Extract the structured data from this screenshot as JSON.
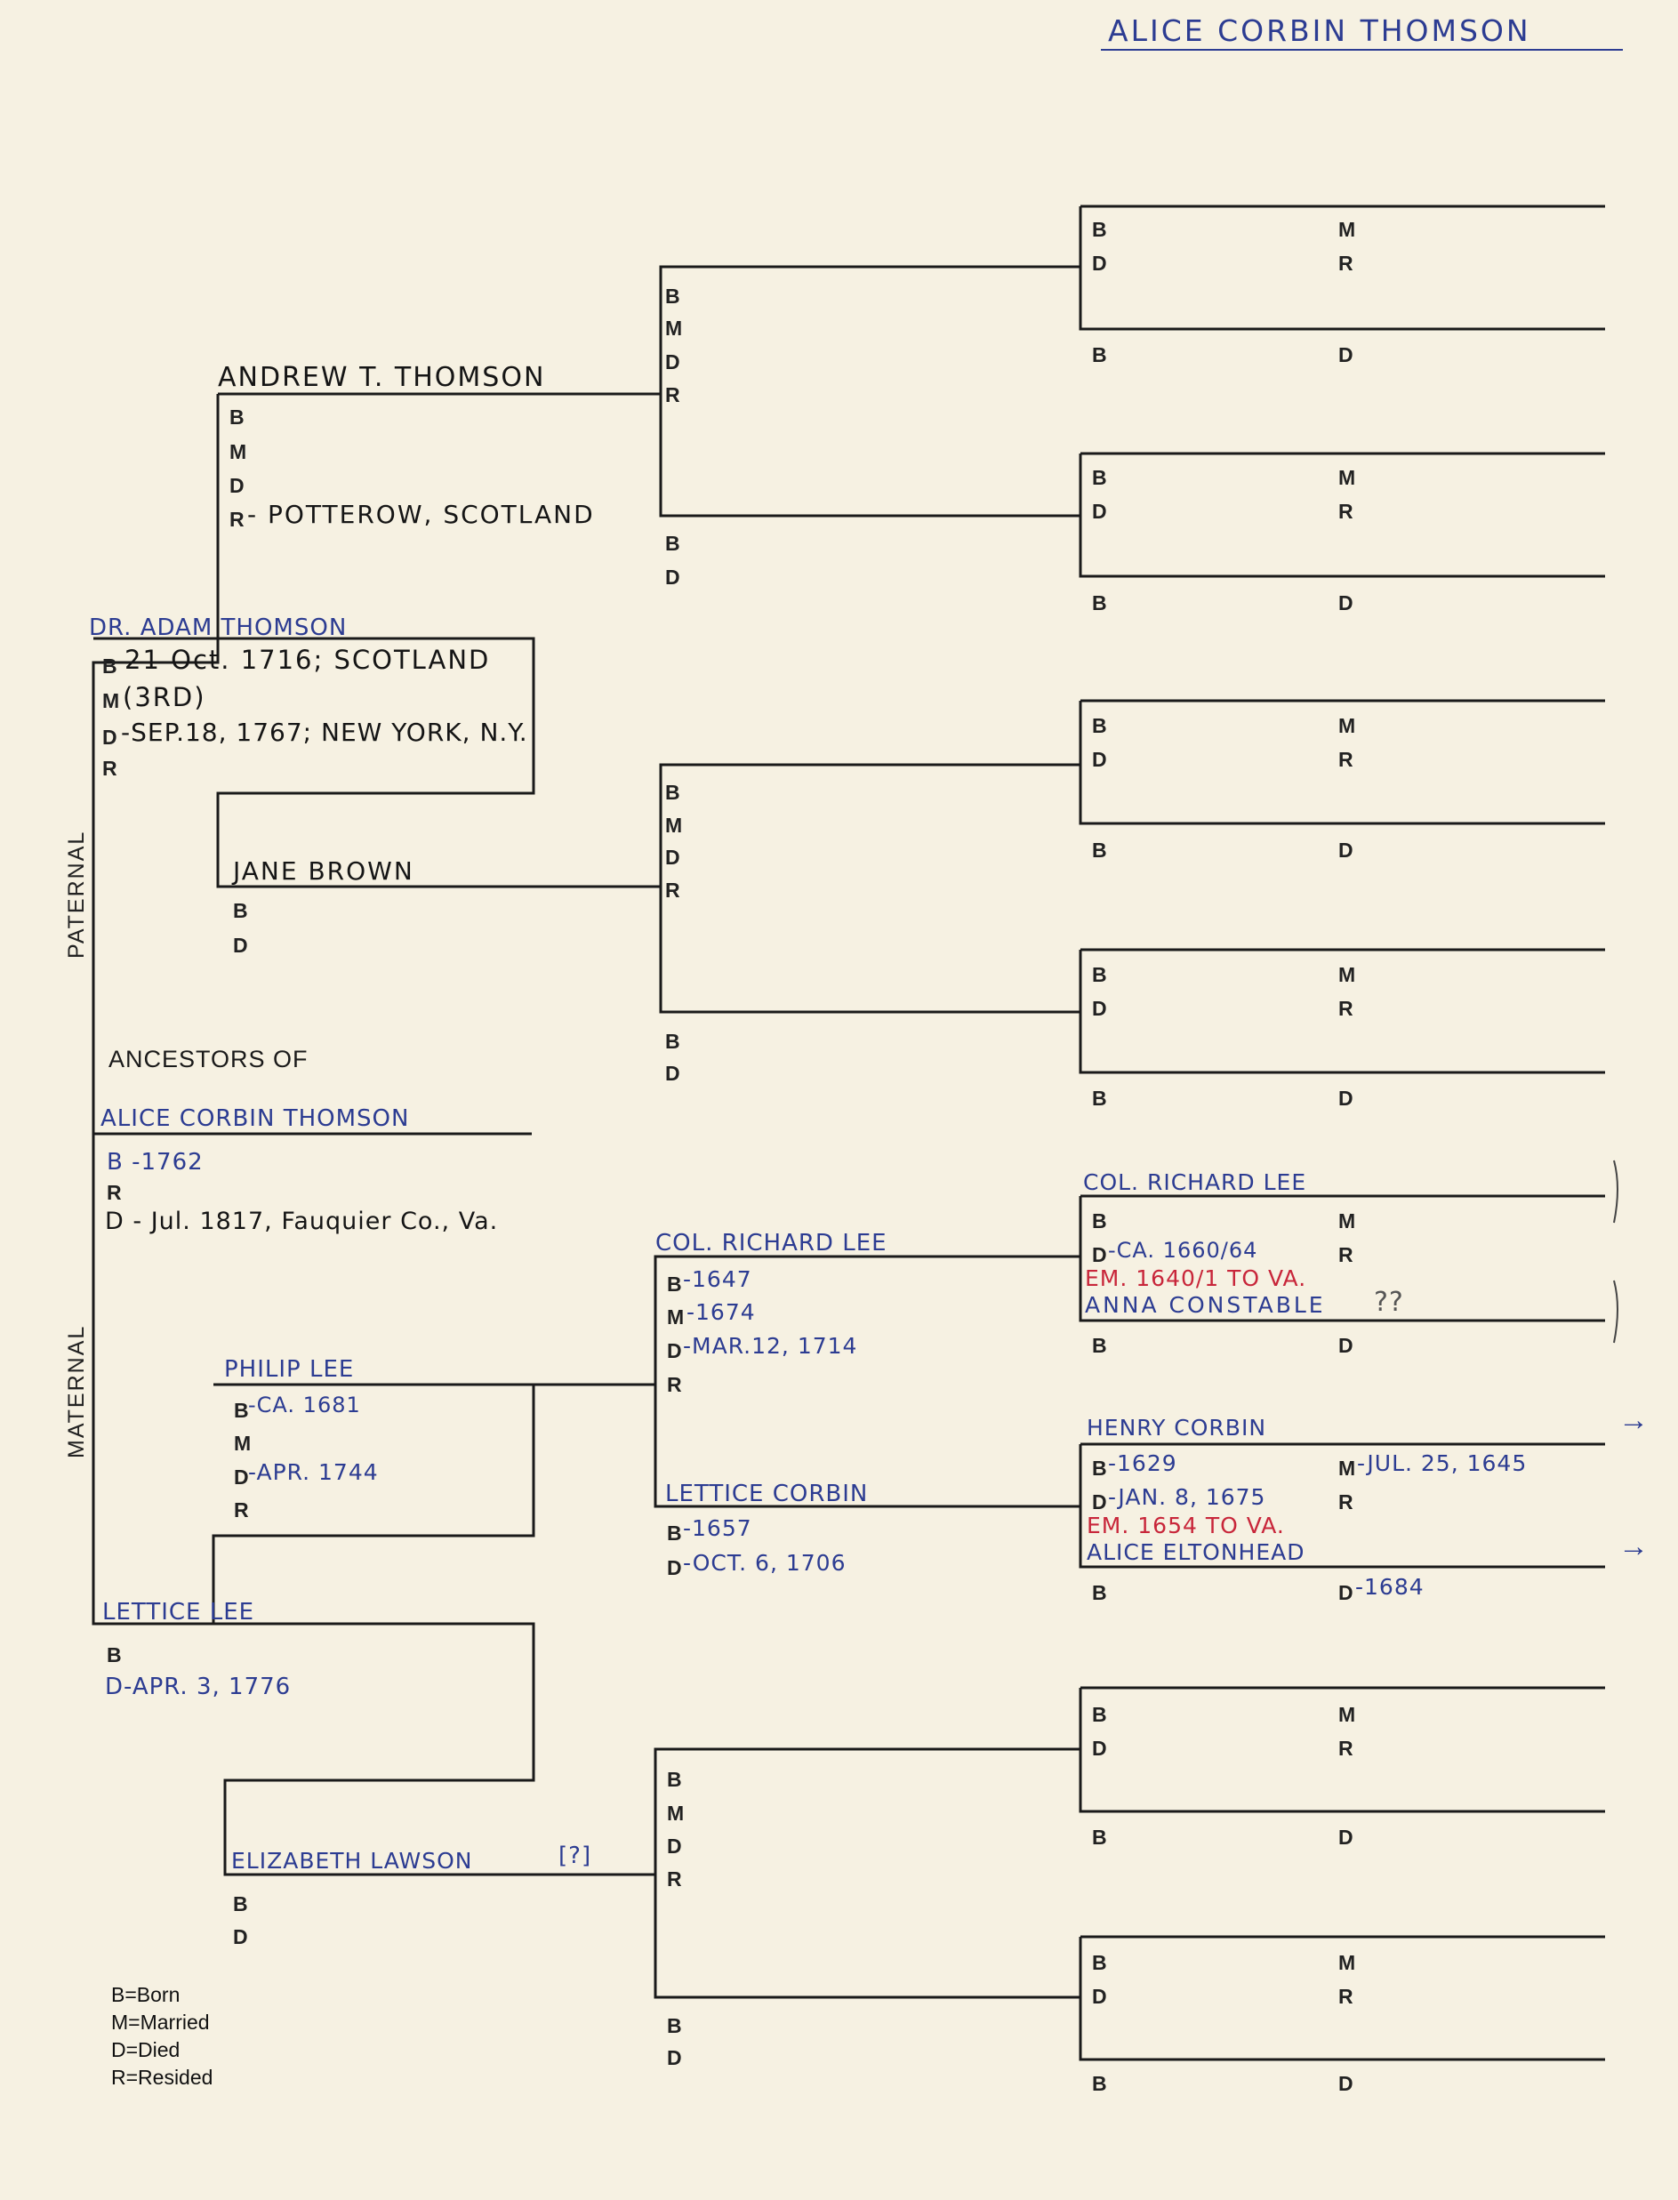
{
  "header": {
    "name": "ALICE CORBIN THOMSON"
  },
  "chart_title": {
    "line1": "ANCESTORS OF",
    "line2": "ALICE CORBIN THOMSON"
  },
  "side_labels": {
    "paternal": "PATERNAL",
    "maternal": "MATERNAL"
  },
  "subject": {
    "b": "B -1762",
    "r": "R",
    "d": "D - Jul. 1817, Fauquier Co., Va."
  },
  "father": {
    "name": "DR. ADAM THOMSON",
    "b": "21 Oct. 1716; SCOTLAND",
    "m": "(3RD)",
    "d": "-SEP.18, 1767; NEW YORK, N.Y.",
    "r": "R"
  },
  "mother": {
    "name": "LETTICE LEE",
    "b": "B",
    "d": "D-APR. 3, 1776"
  },
  "pgf": {
    "name": "ANDREW T. THOMSON",
    "b": "B",
    "m": "M",
    "d": "D",
    "r": "- POTTEROW, SCOTLAND"
  },
  "pgm": {
    "name": "JANE BROWN",
    "b": "B",
    "d": "D"
  },
  "mgf": {
    "name": "PHILIP LEE",
    "b": "-CA. 1681",
    "m": "M",
    "d": "-APR. 1744",
    "r": "R"
  },
  "mgm": {
    "name": "ELIZABETH LAWSON",
    "note": "[?]",
    "b": "B",
    "d": "D"
  },
  "mgf_father": {
    "name": "COL. RICHARD LEE",
    "b": "-1647",
    "m": "-1674",
    "d": "-MAR.12, 1714",
    "r": "R"
  },
  "mgf_mother": {
    "name": "LETTICE CORBIN",
    "b": "-1657",
    "d": "-OCT. 6, 1706"
  },
  "gen4_lee": {
    "name": "COL. RICHARD LEE",
    "b": "B",
    "m": "M",
    "d": "-CA. 1660/64",
    "r": "R",
    "em": "EM. 1640/1 TO VA.",
    "spouse": "ANNA CONSTABLE",
    "query": "??",
    "spouse_b": "B",
    "spouse_d": "D"
  },
  "gen4_corbin": {
    "name": "HENRY CORBIN",
    "b": "-1629",
    "m": "-JUL. 25, 1645",
    "d": "-JAN. 8, 1675",
    "r": "R",
    "em": "EM. 1654 TO VA.",
    "spouse": "ALICE ELTONHEAD",
    "spouse_b": "B",
    "spouse_d": "-1684"
  },
  "arrows": {
    "glyph": "→"
  },
  "labels": {
    "b": "B",
    "m": "M",
    "d": "D",
    "r": "R"
  },
  "legend": {
    "born": "B=Born",
    "married": "M=Married",
    "died": "D=Died",
    "resided": "R=Resided"
  }
}
